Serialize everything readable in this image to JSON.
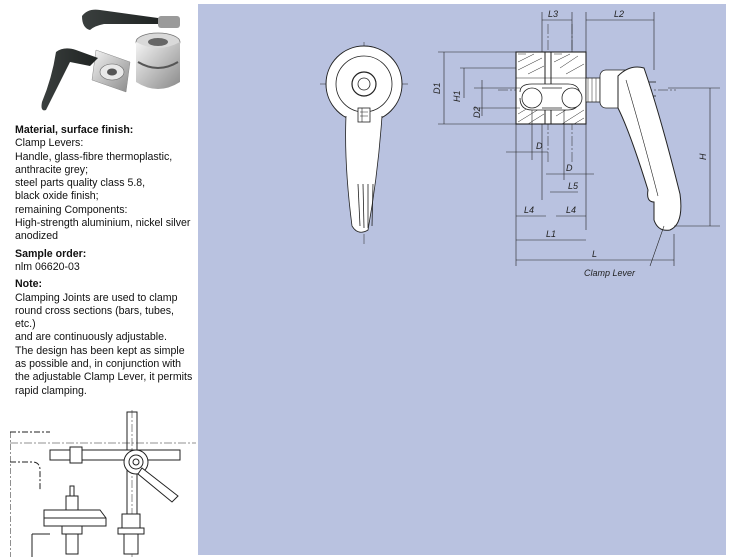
{
  "text": {
    "material_heading": "Material, surface finish:",
    "material_lines": [
      "Clamp Levers:",
      "Handle, glass-fibre thermoplastic,",
      "anthracite grey;",
      "steel parts quality class 5.8,",
      "black oxide finish;",
      "remaining Components:",
      "High-strength aluminium, nickel silver",
      "anodized"
    ],
    "sample_heading": "Sample order:",
    "sample_value": "nlm 06620-03",
    "note_heading": "Note:",
    "note_lines": [
      "Clamping Joints are used to clamp",
      "round cross sections (bars, tubes, etc.)",
      "and are continuously adjustable.",
      "The design has been kept as simple",
      "as possible and, in conjunction with",
      "the adjustable Clamp Lever, it permits",
      "rapid clamping."
    ]
  },
  "drawing_labels": {
    "l3": "L3",
    "l2": "L2",
    "d1": "D1",
    "h1": "H1",
    "d2": "D2",
    "h": "H",
    "d_upper": "D",
    "d_lower": "D",
    "l5": "L5",
    "l4_left": "L4",
    "l4_right": "L4",
    "l1": "L1",
    "l": "L",
    "clamp_lever": "Clamp Lever"
  },
  "colors": {
    "panel_bg": "#b9c2e0",
    "line": "#222222"
  }
}
